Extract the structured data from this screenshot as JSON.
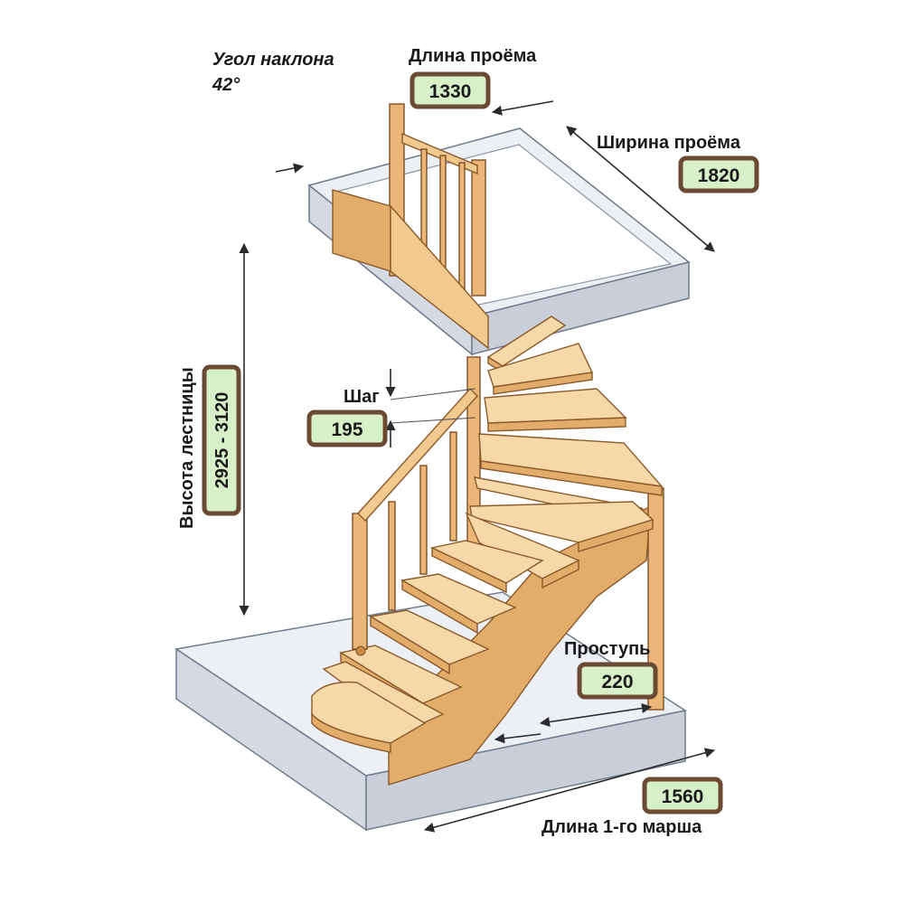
{
  "angle": {
    "label": "Угол наклона",
    "value": "42°"
  },
  "opening_length": {
    "label": "Длина проёма",
    "value": "1330"
  },
  "opening_width": {
    "label": "Ширина проёма",
    "value": "1820"
  },
  "stair_height": {
    "label": "Высота лестницы",
    "value": "2925 - 3120"
  },
  "step": {
    "label": "Шаг",
    "value": "195"
  },
  "tread": {
    "label": "Проступь",
    "value": "220"
  },
  "first_flight_length": {
    "label": "Длина 1-го марша",
    "value": "1560"
  },
  "colors": {
    "badge_fill": "#d7f0c8",
    "badge_border": "#6b4a33",
    "wood": "#f2c98e"
  }
}
